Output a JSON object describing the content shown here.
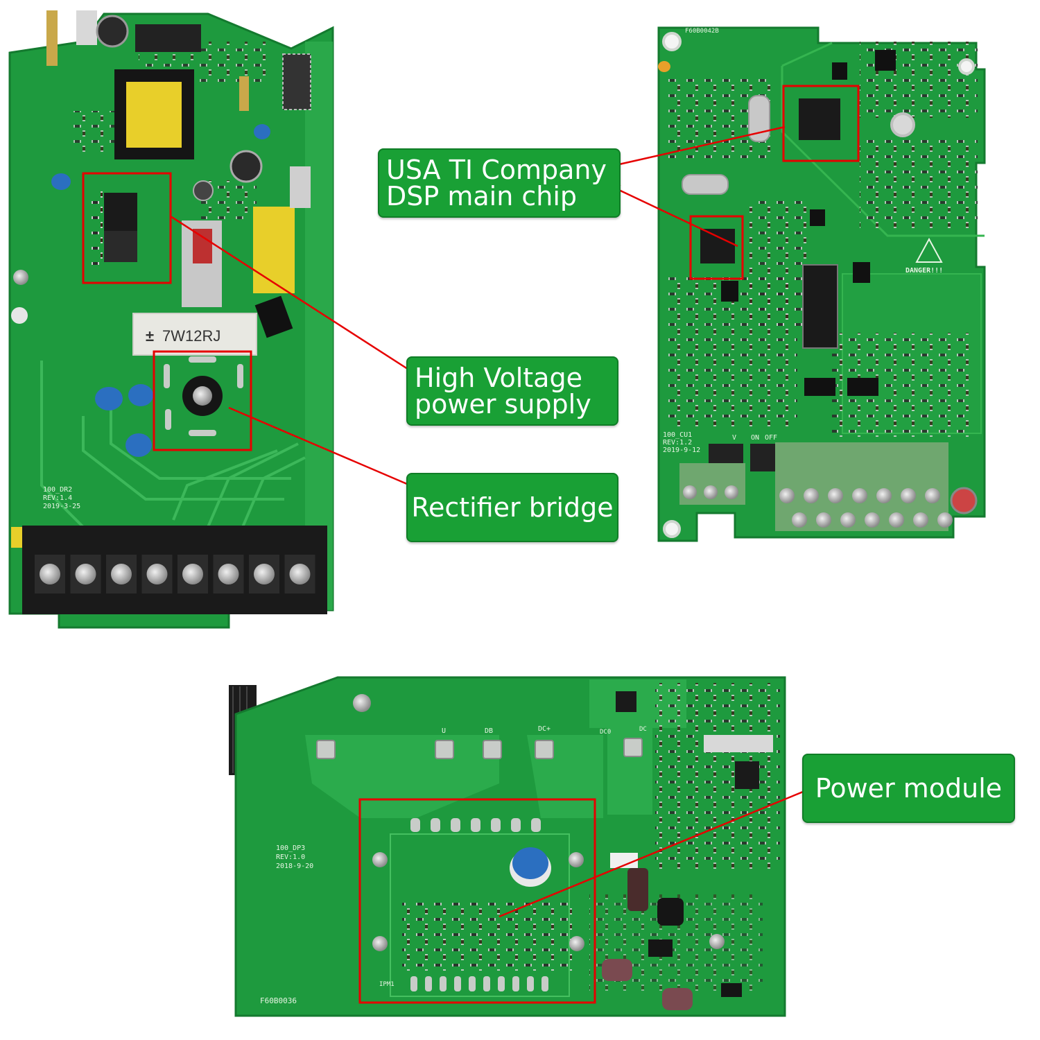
{
  "colors": {
    "pcb_green": "#1e9a3e",
    "pcb_dark": "#157a2e",
    "pad_silver": "#c8ccc8",
    "highlight_red": "#e60000",
    "callout_green": "#19a035",
    "callout_text": "#ffffff",
    "terminal_black": "#1a1a1a",
    "terminal_green": "#6fa76f",
    "capacitor_blue": "#2b6fc0",
    "transformer_yellow": "#e8cf2a"
  },
  "callouts": {
    "dsp_chip": {
      "line1": "USA TI Company",
      "line2": "DSP main chip"
    },
    "high_voltage": {
      "line1": "High Voltage",
      "line2": "power supply"
    },
    "rectifier": {
      "line1": "Rectifier bridge"
    },
    "power_module": {
      "line1": "Power module"
    }
  },
  "board_left": {
    "label_model": "100_DR2",
    "label_rev": "REV:1.4",
    "label_date": "2019-3-25",
    "resistor_marking": "7W12RJ"
  },
  "board_right": {
    "label_top": "F60B0042B",
    "label_model": "100_CU1",
    "label_rev": "REV:1.2",
    "label_date": "2019-9-12",
    "danger_text": "DANGER!!!",
    "terminal_labels": [
      "V",
      "ON",
      "OFF"
    ]
  },
  "board_bottom": {
    "label_model": "100_DP3",
    "label_rev": "REV:1.0",
    "label_date": "2018-9-20",
    "label_part": "F60B0036",
    "label_ipm": "IPM1",
    "pad_labels": [
      "U",
      "DB",
      "DC+",
      "DC0",
      "DC"
    ]
  },
  "icons": [
    "screw-icon",
    "warning-triangle-icon"
  ]
}
